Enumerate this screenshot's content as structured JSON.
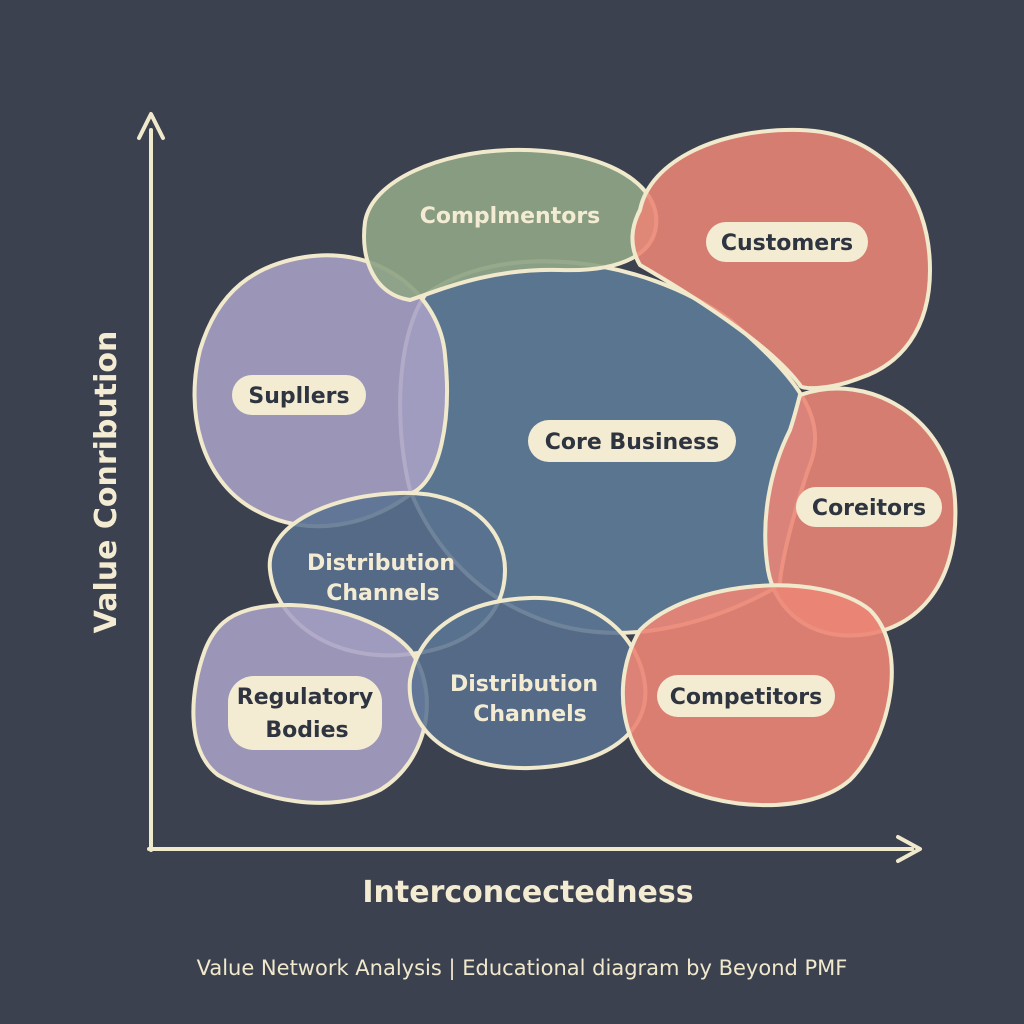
{
  "axes": {
    "y_label": "Value Conribution",
    "x_label": "Interconcectedness"
  },
  "caption": "Value Network Analysis | Educational diagram by Beyond PMF",
  "colors": {
    "background": "#3c4150",
    "outline": "#f1e9cc",
    "core": "#5a7590",
    "green": "#8ea486",
    "red": "#ec8576",
    "purple": "#a8a2c6",
    "channel": "#587290",
    "label_fill": "#f4ecd2",
    "label_text": "#2e3440"
  },
  "nodes": {
    "core": {
      "label": "Core Business"
    },
    "complementors": {
      "label": "Complmentors"
    },
    "customers": {
      "label": "Customers"
    },
    "suppliers": {
      "label": "Supllers"
    },
    "coreitors": {
      "label": "Coreitors"
    },
    "distribution_upper": {
      "line1": "Distribution",
      "line2": "Channels"
    },
    "distribution_lower": {
      "line1": "Distribution",
      "line2": "Channels"
    },
    "regulatory": {
      "line1": "Regulatory",
      "line2": "Bodies"
    },
    "competitors": {
      "label": "Competitors"
    }
  }
}
